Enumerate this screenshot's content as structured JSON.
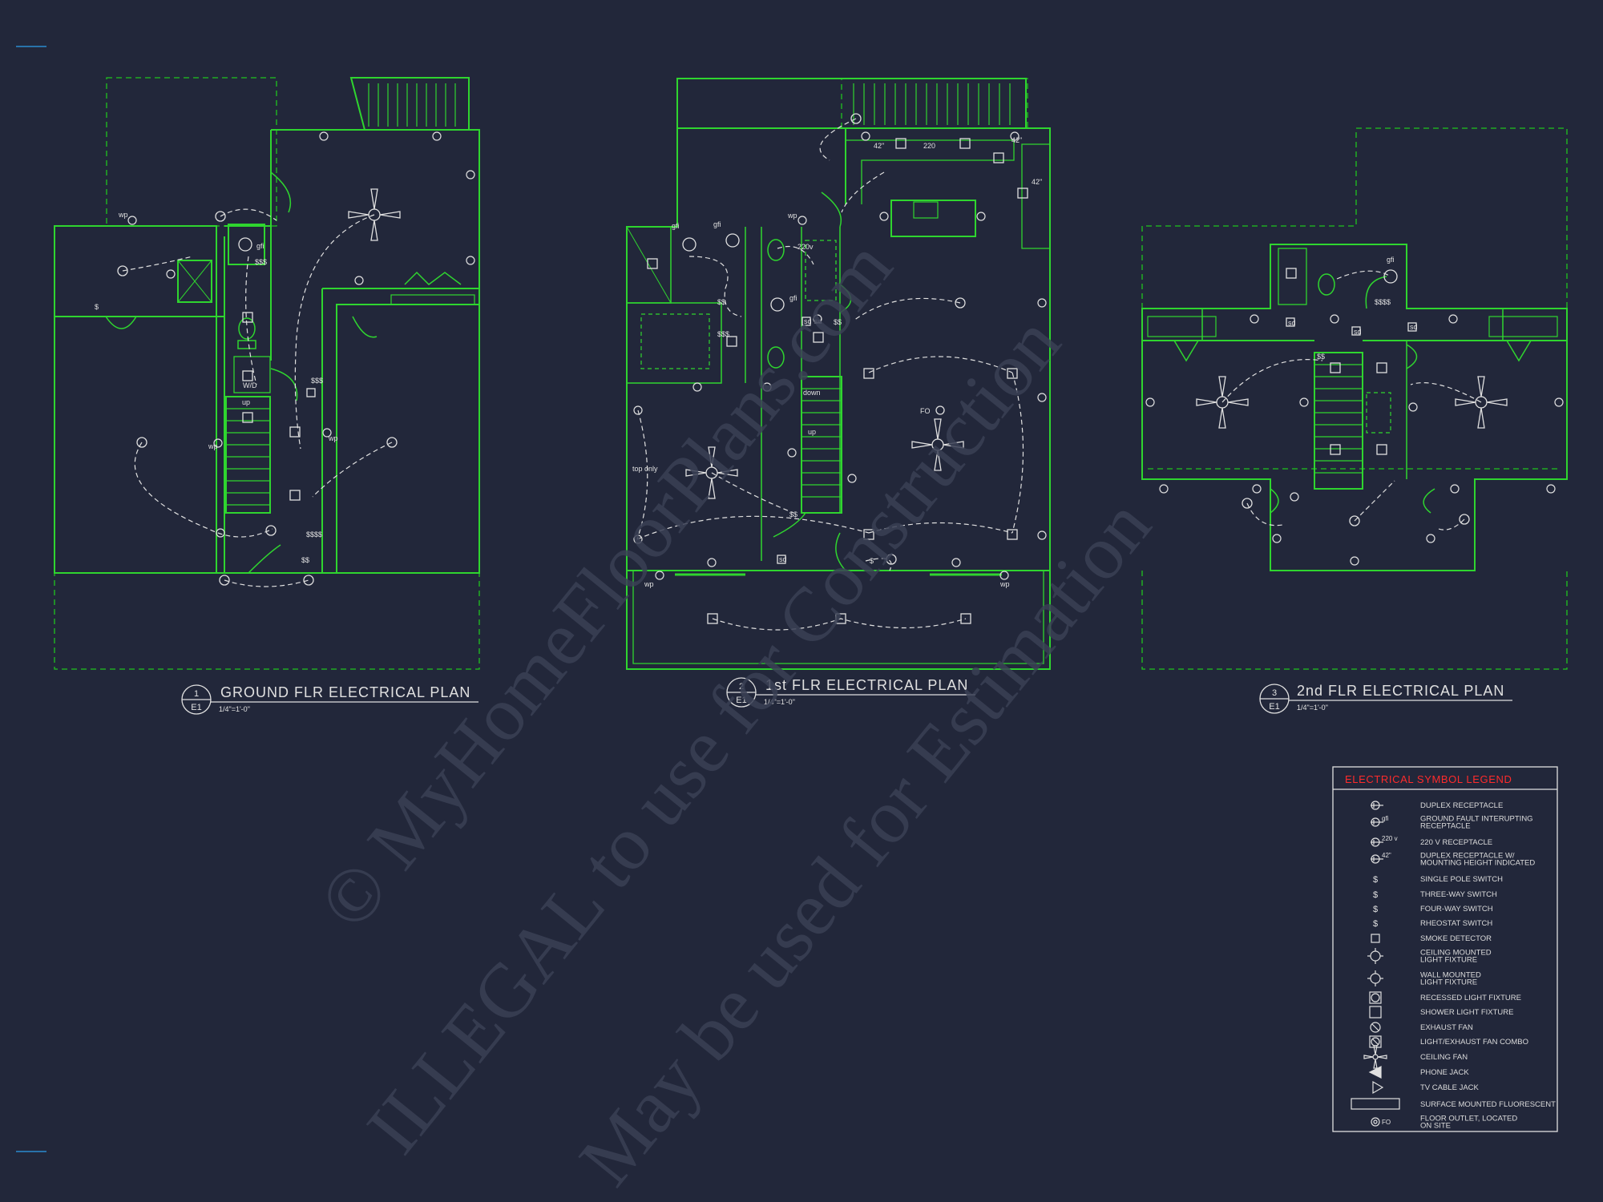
{
  "colors": {
    "background": "#22273a",
    "wall": "#2fd52f",
    "dashed": "#1fc41f",
    "symbol": "#e0e0e0",
    "legend_title": "#ff2b2b",
    "watermark": "#3a4055"
  },
  "watermark": {
    "line1": "© MyHomeFloorPlans.com",
    "line2": "ILLEGAL to use for Construction",
    "line3": "May be used for Estimation"
  },
  "plans": [
    {
      "number": "1",
      "sheet": "E1",
      "title": "GROUND FLR ELECTRICAL PLAN",
      "scale": "1/4\"=1'-0\""
    },
    {
      "number": "2",
      "sheet": "E1",
      "title": "1st FLR ELECTRICAL PLAN",
      "scale": "1/4\"=1'-0\""
    },
    {
      "number": "3",
      "sheet": "E1",
      "title": "2nd FLR ELECTRICAL PLAN",
      "scale": "1/4\"=1'-0\""
    }
  ],
  "annotations": {
    "ground": [
      "wp",
      "wp",
      "wp",
      "W/D",
      "up",
      "$",
      "$$$",
      "$$$$",
      "$$$",
      "$$",
      "gfi"
    ],
    "first": [
      "220v",
      "42\"",
      "42\"",
      "42\"",
      "220",
      "gfi",
      "gfi",
      "gfi",
      "wp",
      "wp",
      "wp",
      "down",
      "up",
      "top only",
      "FO",
      "$$",
      "$$",
      "$$$",
      "$$",
      "$",
      "sd",
      "sd",
      "sd"
    ],
    "second": [
      "gfi",
      "$$$$",
      "$$",
      "sd",
      "sd",
      "sd"
    ]
  },
  "legend": {
    "title": "ELECTRICAL SYMBOL LEGEND",
    "items": [
      {
        "icon": "duplex-receptacle-icon",
        "label": "DUPLEX RECEPTACLE"
      },
      {
        "icon": "gfi-receptacle-icon",
        "label": "GROUND FAULT INTERUPTING\nRECEPTACLE",
        "tag": "gfi"
      },
      {
        "icon": "220v-receptacle-icon",
        "label": "220 V RECEPTACLE",
        "tag": "220 v"
      },
      {
        "icon": "height-receptacle-icon",
        "label": "DUPLEX RECEPTACLE W/\nMOUNTING HEIGHT INDICATED",
        "tag": "42\""
      },
      {
        "icon": "single-pole-switch-icon",
        "label": "SINGLE POLE SWITCH"
      },
      {
        "icon": "three-way-switch-icon",
        "label": "THREE-WAY SWITCH"
      },
      {
        "icon": "four-way-switch-icon",
        "label": "FOUR-WAY SWITCH"
      },
      {
        "icon": "rheostat-switch-icon",
        "label": "RHEOSTAT SWITCH"
      },
      {
        "icon": "smoke-detector-icon",
        "label": "SMOKE DETECTOR"
      },
      {
        "icon": "ceiling-light-icon",
        "label": "CEILING MOUNTED\nLIGHT FIXTURE"
      },
      {
        "icon": "wall-light-icon",
        "label": "WALL MOUNTED\nLIGHT FIXTURE"
      },
      {
        "icon": "recessed-light-icon",
        "label": "RECESSED LIGHT FIXTURE"
      },
      {
        "icon": "shower-light-icon",
        "label": "SHOWER LIGHT FIXTURE"
      },
      {
        "icon": "exhaust-fan-icon",
        "label": "EXHAUST FAN"
      },
      {
        "icon": "light-exhaust-combo-icon",
        "label": "LIGHT/EXHAUST FAN COMBO"
      },
      {
        "icon": "ceiling-fan-icon",
        "label": "CEILING FAN"
      },
      {
        "icon": "phone-jack-icon",
        "label": "PHONE JACK"
      },
      {
        "icon": "tv-cable-jack-icon",
        "label": "TV CABLE JACK"
      },
      {
        "icon": "fluorescent-icon",
        "label": "SURFACE MOUNTED FLUORESCENT"
      },
      {
        "icon": "floor-outlet-icon",
        "label": "FLOOR OUTLET, LOCATED\nON SITE",
        "tag": "FO"
      }
    ]
  }
}
